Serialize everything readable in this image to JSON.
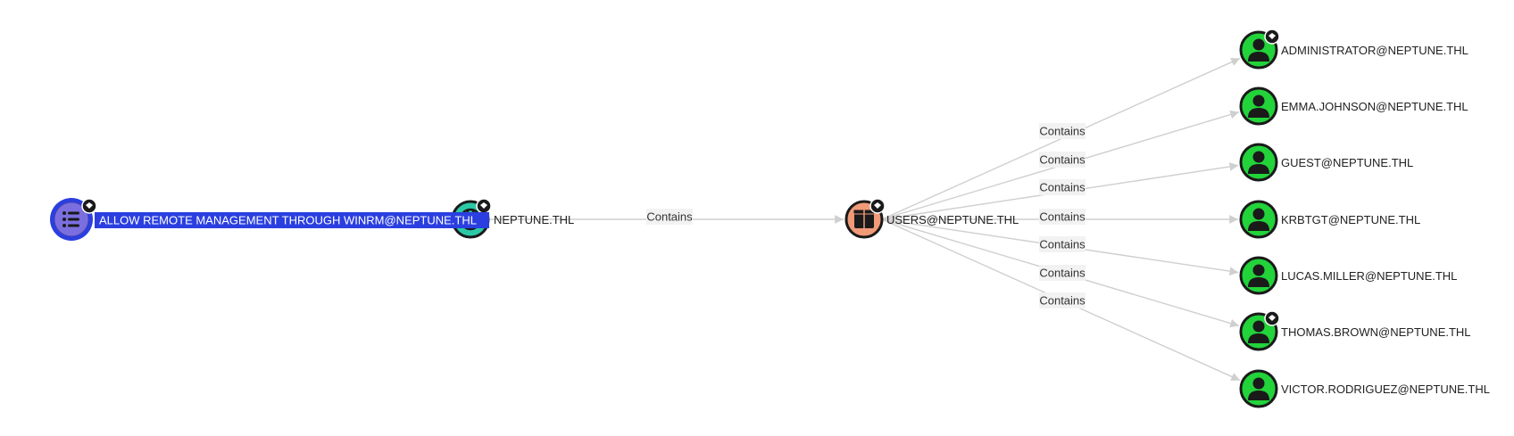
{
  "graph": {
    "colors": {
      "gpo": "#7B6FE0",
      "gpo_ring": "#2B3FE0",
      "domain": "#2BC9A5",
      "ou": "#F09A78",
      "user": "#22D33A",
      "selection": "#2B3FE0",
      "edge": "#cfcfcf"
    },
    "nodes": {
      "gpo": {
        "label": "ALLOW REMOTE MANAGEMENT THROUGH WINRM@NEPTUNE.THL",
        "icon": "list-icon"
      },
      "domain": {
        "label": "NEPTUNE.THL",
        "icon": "globe-icon"
      },
      "ou": {
        "label": "USERS@NEPTUNE.THL",
        "icon": "box-icon"
      },
      "users": [
        {
          "label": "ADMINISTRATOR@NEPTUNE.THL",
          "icon": "user-icon",
          "badge": true
        },
        {
          "label": "EMMA.JOHNSON@NEPTUNE.THL",
          "icon": "user-icon",
          "badge": false
        },
        {
          "label": "GUEST@NEPTUNE.THL",
          "icon": "user-icon",
          "badge": false
        },
        {
          "label": "KRBTGT@NEPTUNE.THL",
          "icon": "user-icon",
          "badge": false
        },
        {
          "label": "LUCAS.MILLER@NEPTUNE.THL",
          "icon": "user-icon",
          "badge": false
        },
        {
          "label": "THOMAS.BROWN@NEPTUNE.THL",
          "icon": "user-icon",
          "badge": true
        },
        {
          "label": "VICTOR.RODRIGUEZ@NEPTUNE.THL",
          "icon": "user-icon",
          "badge": false
        }
      ]
    },
    "edges": {
      "domain_to_ou": {
        "label": "Contains"
      },
      "ou_to_users": [
        {
          "label": "Contains"
        },
        {
          "label": "Contains"
        },
        {
          "label": "Contains"
        },
        {
          "label": "Contains"
        },
        {
          "label": "Contains"
        },
        {
          "label": "Contains"
        },
        {
          "label": "Contains"
        }
      ]
    }
  }
}
